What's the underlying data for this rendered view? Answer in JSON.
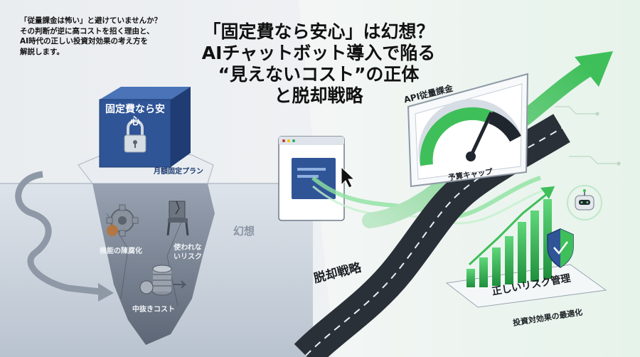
{
  "intro_lines": [
    "「従量課金は怖い」と避けていませんか？",
    "その判断が逆に高コストを招く理由と、",
    "AI時代の正しい投資対効果の考え方を",
    "解説します。"
  ],
  "title_lines": [
    "「固定費なら安心」は幻想？",
    "AIチャットボット導入で陥る",
    "“見えないコスト”の正体",
    "と脱却戦略"
  ],
  "cube": {
    "label": "固定費なら安心",
    "plan_label": "月額固定プラン"
  },
  "iceberg_items": [
    {
      "label": "機能の陳腐化",
      "icon": "gear-icon"
    },
    {
      "label": "使われないリスク",
      "icon": "broken-chair-icon"
    },
    {
      "label": "中抜きコスト",
      "icon": "coin-stack-icon"
    }
  ],
  "illusion_label": "幻想",
  "api_label": "API従量課金",
  "gauge_label": "予算キャップ",
  "escape_label": "脱却戦略",
  "risk_label": "正しいリスク管理",
  "roi_label": "投資対効果の最適化",
  "colors": {
    "cube_blue": "#2f5597",
    "green_accent": "#3fbf5a",
    "water": "#d4dbe3",
    "road": "#2a3038"
  }
}
